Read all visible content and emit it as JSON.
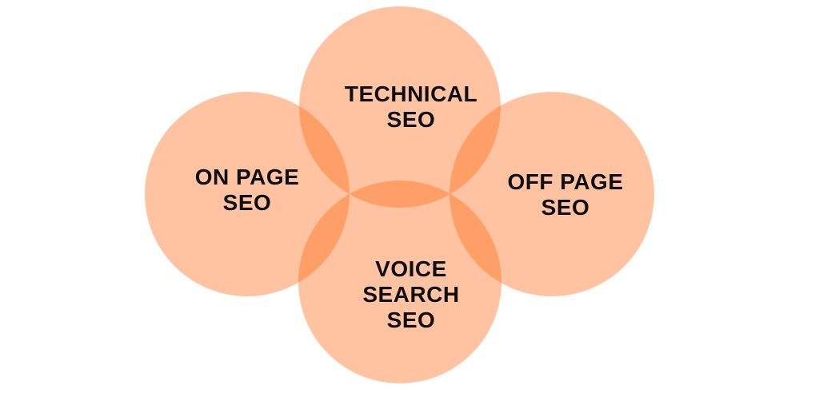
{
  "diagram": {
    "type": "venn",
    "circles": [
      {
        "id": "technical-seo",
        "label": "TECHNICAL\nSEO"
      },
      {
        "id": "on-page-seo",
        "label": "ON PAGE\nSEO"
      },
      {
        "id": "off-page-seo",
        "label": "OFF PAGE\nSEO"
      },
      {
        "id": "voice-search-seo",
        "label": "VOICE\nSEARCH\nSEO"
      }
    ]
  },
  "colors": {
    "circle-fill": "rgba(255, 105, 20, 0.4)",
    "circle-fill-rendered": "#FFC3A1",
    "overlap-rendered": "#FF9F69",
    "label-text": "#0d0d0d",
    "background": "#ffffff"
  }
}
